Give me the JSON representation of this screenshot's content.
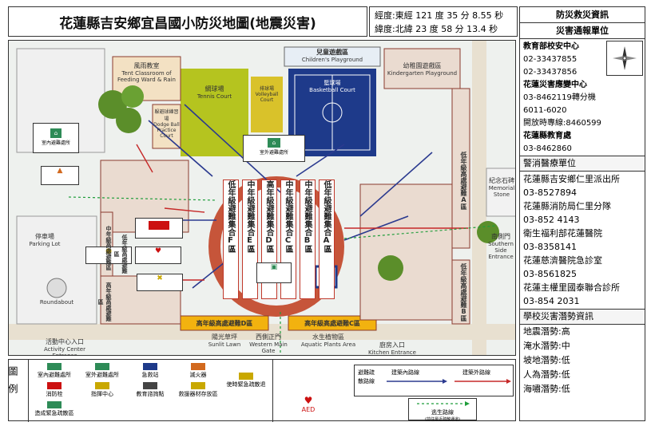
{
  "title": "花蓮縣吉安鄉宜昌國小防災地圖(地震災害)",
  "coords": {
    "lon": "經度:東經 121 度 35 分 8.55 秒",
    "lat": "緯度:北緯 23 度 58 分 13.4 秒"
  },
  "panel": {
    "header1": "防災救災資訊",
    "header2": "災害通報單位",
    "lines1": [
      {
        "t": "教育部校安中心",
        "b": true
      },
      {
        "t": "02-33437855",
        "b": false
      },
      {
        "t": "02-33437856",
        "b": false
      },
      {
        "t": "花蓮災害應變中心",
        "b": true
      },
      {
        "t": "03-8462119轉分機6011-6020",
        "b": false
      },
      {
        "t": "開放時專線:8460599",
        "b": false
      },
      {
        "t": "花蓮縣教育處",
        "b": true
      },
      {
        "t": "03-8462860",
        "b": false
      }
    ],
    "header3": "警消醫療單位",
    "lines2": [
      "花蓮縣吉安鄉仁里派出所",
      "03-8527894",
      "花蓮縣消防局仁里分隊",
      "03-852 4143",
      "衛生福利部花蓮醫院",
      "03-8358141",
      "花蓮慈濟醫院急診室",
      "03-8561825",
      "花蓮主權里國泰聯合診所",
      "03-854 2031"
    ],
    "header4": "學校災害潛勢資訊",
    "lines3": [
      "地震潛勢:高",
      "淹水潛勢:中",
      "坡地潛勢:低",
      "人為潛勢:低",
      "海嘯潛勢:低"
    ]
  },
  "map": {
    "playground": "兒童遊戲區",
    "playground_en": "Children's Playground",
    "kinder": "幼稚園遊戲區",
    "kinder_en": "Kindergarten Playground",
    "feeding": "風雨教室",
    "feeding_en": "Tent Classroom of Feeding Ward & Rain",
    "dodge": "躲避球練習場",
    "dodge_en": "Dodge Ball Practice Court",
    "tennis": "網球場",
    "tennis_en": "Tennis Court",
    "volley": "排球場",
    "volley_en": "Volleyball Court",
    "basket": "籃球場",
    "basket_en": "Basketball Court",
    "gather_zones": [
      {
        "label": "低年級避難集合F區"
      },
      {
        "label": "中年級避難集合E區"
      },
      {
        "label": "高年級避難集合D區"
      },
      {
        "label": "中年級避難集合C區"
      },
      {
        "label": "中年級避難集合B區"
      },
      {
        "label": "低年級避難集合A區"
      }
    ],
    "outdoor_shelter": "室外避難處所",
    "indoor_shelter": "室內避難處所",
    "parking": "停車場",
    "parking_en": "Parking Lot",
    "roundabout": "Roundabout",
    "activity_center": "活動中心入口",
    "activity_center_en": "Activity Center Entrance",
    "sunlit": "陽光草坪",
    "sunlit_en": "Sunlit Lawn",
    "west_gate": "西側正門",
    "west_gate_en": "Western Main Gate",
    "aquatic": "水生植物區",
    "aquatic_en": "Aquatic Plants Area",
    "kitchen": "廚房入口",
    "kitchen_en": "Kitchen Entrance",
    "south_gate": "南側門",
    "south_gate_en": "Southern Side Entrance",
    "memorial": "紀念石碑",
    "memorial_en": "Memorial Stone",
    "high_d": "高年級高處避難D區",
    "high_c": "高年級高處避難C區",
    "low_b": "低年級高處避難B區",
    "low_a": "低年級高處避難A區",
    "high_left": "高年級高處避難區",
    "mid_left": "中年級高處避難區",
    "low_left": "低年級高處避難區"
  },
  "legend": {
    "title": "圖例",
    "items": [
      {
        "label": "室內避難處所",
        "color": "#2e8b57"
      },
      {
        "label": "室外避難處所",
        "color": "#2e8b57"
      },
      {
        "label": "急救站",
        "color": "#1e3a8a"
      },
      {
        "label": "滅火器",
        "color": "#d2691e"
      },
      {
        "label": "消防栓",
        "color": "#cc1111"
      },
      {
        "label": "指揮中心",
        "color": "#c9a800"
      },
      {
        "label": "教育諮詢點",
        "color": "#444"
      },
      {
        "label": "救援器材存放區",
        "color": "#c9a800"
      },
      {
        "label": "造成緊急疏散區",
        "color": "#2e8b57"
      },
      {
        "label": "使時緊急疏散退",
        "color": "#c9a800"
      }
    ],
    "aed": "AED",
    "route_title": "避難疏散路線",
    "route_in": "建築內路線",
    "route_out": "建築外路線",
    "route_escape": "逃生路線",
    "route_escape_sub": "(前往最近疏散通道)"
  }
}
